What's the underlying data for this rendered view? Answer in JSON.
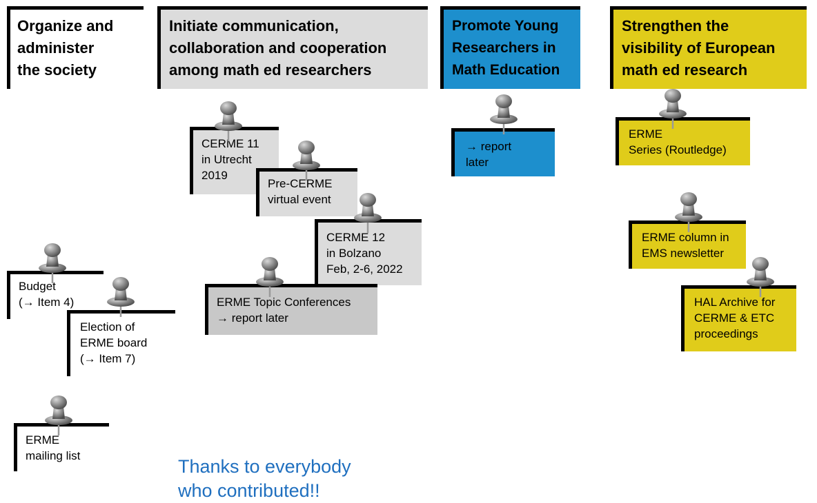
{
  "colors": {
    "white": "#ffffff",
    "light_gray": "#dcdcdc",
    "mid_gray": "#c8c8c8",
    "blue": "#1d8fcd",
    "yellow": "#e0cc1a",
    "thanks_text": "#1f6fbf"
  },
  "headers": {
    "organize": "Organize and\nadminister\nthe society",
    "initiate": "Initiate communication,\ncollaboration and cooperation\namong math ed researchers",
    "promote": "Promote Young\nResearchers in\nMath Education",
    "strengthen": "Strengthen the\nvisibility of European\nmath ed research"
  },
  "notes": {
    "budget": "Budget\n(→ Item 4)",
    "election": "Election of\nERME board\n(→ Item 7)",
    "mailing": "ERME\nmailing list",
    "cerme11": "CERME 11\nin Utrecht\n2019",
    "pre_cerme": "Pre-CERME\nvirtual event",
    "cerme12": "CERME 12\nin Bolzano\nFeb, 2-6, 2022",
    "topic_conf": "ERME Topic Conferences\n→ report later",
    "young_report": "→ report\nlater",
    "series": "ERME\nSeries (Routledge)",
    "ems_column": "ERME column in\nEMS newsletter",
    "hal_archive": "HAL Archive for\nCERME & ETC\nproceedings"
  },
  "pin_icon": "pushpin-icon",
  "thanks": "Thanks to everybody\nwho contributed!!"
}
